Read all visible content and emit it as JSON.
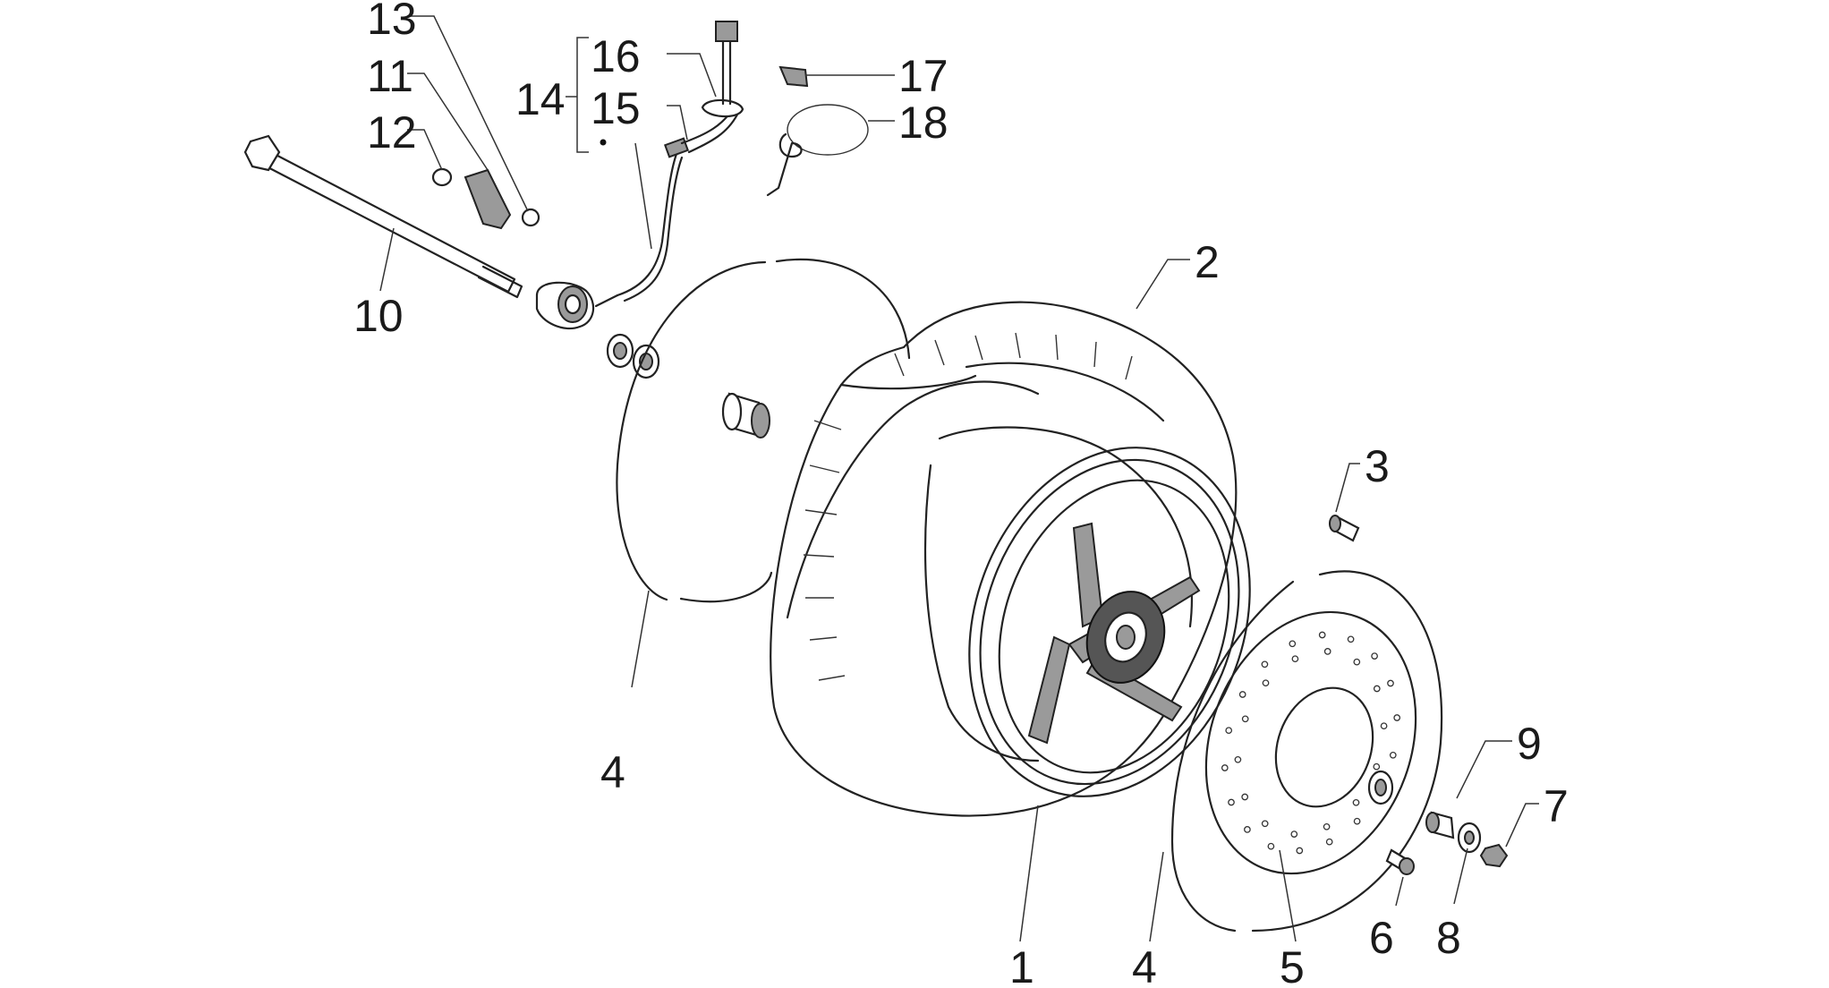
{
  "callouts": [
    {
      "id": "c13",
      "text": "13"
    },
    {
      "id": "c11",
      "text": "11"
    },
    {
      "id": "c12",
      "text": "12"
    },
    {
      "id": "c10",
      "text": "10"
    },
    {
      "id": "c16",
      "text": "16"
    },
    {
      "id": "c14",
      "text": "14"
    },
    {
      "id": "c15",
      "text": "15"
    },
    {
      "id": "c17",
      "text": "17"
    },
    {
      "id": "c18",
      "text": "18"
    },
    {
      "id": "c2",
      "text": "2"
    },
    {
      "id": "c3",
      "text": "3"
    },
    {
      "id": "c4a",
      "text": "4"
    },
    {
      "id": "c9",
      "text": "9"
    },
    {
      "id": "c7",
      "text": "7"
    },
    {
      "id": "c6",
      "text": "6"
    },
    {
      "id": "c8",
      "text": "8"
    },
    {
      "id": "c1",
      "text": "1"
    },
    {
      "id": "c4b",
      "text": "4"
    },
    {
      "id": "c5",
      "text": "5"
    }
  ]
}
